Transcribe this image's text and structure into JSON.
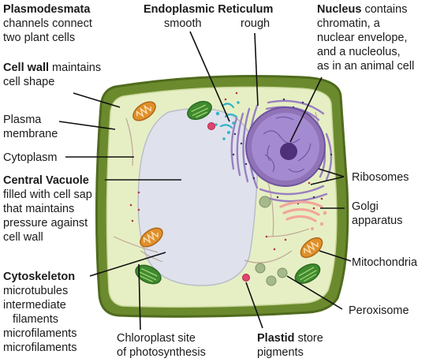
{
  "labels": {
    "plasmodesmata": {
      "bold": "Plasmodesmata",
      "lines": [
        "channels connect",
        "two plant cells"
      ]
    },
    "er": {
      "title": "Endoplasmic Reticulum",
      "smooth": "smooth",
      "rough": "rough"
    },
    "nucleus": {
      "bold": "Nucleus",
      "first_rest": " contains",
      "lines": [
        "chromatin, a",
        "nuclear envelope,",
        "and a nucleolus,",
        "as in an animal cell"
      ]
    },
    "cell_wall": {
      "bold": "Cell wall",
      "first_rest": " maintains",
      "lines": [
        "cell shape"
      ]
    },
    "plasma_membrane": {
      "lines": [
        "Plasma",
        "membrane"
      ]
    },
    "cytoplasm": {
      "text": "Cytoplasm"
    },
    "central_vacuole": {
      "bold": "Central Vacuole",
      "lines": [
        "filled with cell sap",
        "that maintains",
        "pressure against",
        "cell wall"
      ]
    },
    "cytoskeleton": {
      "bold": "Cytoskeleton",
      "lines": [
        "microtubules",
        "intermediate",
        "filaments",
        "microfilaments",
        "microfilaments"
      ]
    },
    "chloroplast": {
      "lines": [
        "Chloroplast site",
        "of photosynthesis"
      ]
    },
    "plastid": {
      "bold": "Plastid",
      "first_rest": " store",
      "lines": [
        "pigments"
      ]
    },
    "ribosomes": {
      "text": "Ribosomes"
    },
    "golgi": {
      "lines": [
        "Golgi",
        "apparatus"
      ]
    },
    "mitochondria": {
      "text": "Mitochondria"
    },
    "peroxisome": {
      "text": "Peroxisome"
    }
  },
  "colors": {
    "cell_wall": "#6b8a2e",
    "cell_wall_dark": "#4f6b1d",
    "cytoplasm": "#e6efc4",
    "vacuole": "#dfe2ec",
    "nucleus": "#8f73b6",
    "nucleolus": "#4d2f7a",
    "rough_er": "#9a7fc0",
    "chloroplast": "#3f8a2f",
    "mitochondria": "#e0902a",
    "golgi": "#f1a79a",
    "smooth_er": "#33b3c9",
    "plastid": "#e0456e",
    "peroxisome": "#a5b98c"
  }
}
